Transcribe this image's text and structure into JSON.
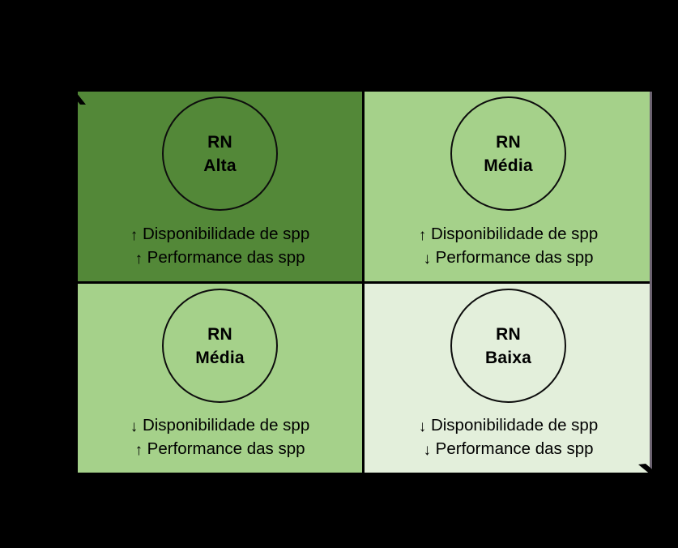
{
  "diagram": {
    "type": "2x2-quadrant-matrix",
    "background_color": "#000000",
    "text_color": "#000000",
    "quadrants": [
      {
        "position": "top-left",
        "fill_color": "#538838",
        "circle": {
          "label_top": "RN",
          "label_bottom": "Alta"
        },
        "lines": [
          {
            "arrow": "↑",
            "text": "Disponibilidade de spp"
          },
          {
            "arrow": "↑",
            "text": "Performance das spp"
          }
        ]
      },
      {
        "position": "top-right",
        "fill_color": "#a5d18a",
        "circle": {
          "label_top": "RN",
          "label_bottom": "Média"
        },
        "lines": [
          {
            "arrow": "↑",
            "text": "Disponibilidade de spp"
          },
          {
            "arrow": "↓",
            "text": "Performance das spp"
          }
        ]
      },
      {
        "position": "bottom-left",
        "fill_color": "#a5d18a",
        "circle": {
          "label_top": "RN",
          "label_bottom": "Média"
        },
        "lines": [
          {
            "arrow": "↓",
            "text": "Disponibilidade de spp"
          },
          {
            "arrow": "↑",
            "text": "Performance das spp"
          }
        ]
      },
      {
        "position": "bottom-right",
        "fill_color": "#e3efdb",
        "circle": {
          "label_top": "RN",
          "label_bottom": "Baixa"
        },
        "lines": [
          {
            "arrow": "↓",
            "text": "Disponibilidade de spp"
          },
          {
            "arrow": "↓",
            "text": "Performance das spp"
          }
        ]
      }
    ],
    "axis_markers": [
      {
        "name": "top-left-arrowhead",
        "color": "#000000"
      },
      {
        "name": "bottom-right-arrowhead",
        "color": "#000000"
      }
    ]
  }
}
